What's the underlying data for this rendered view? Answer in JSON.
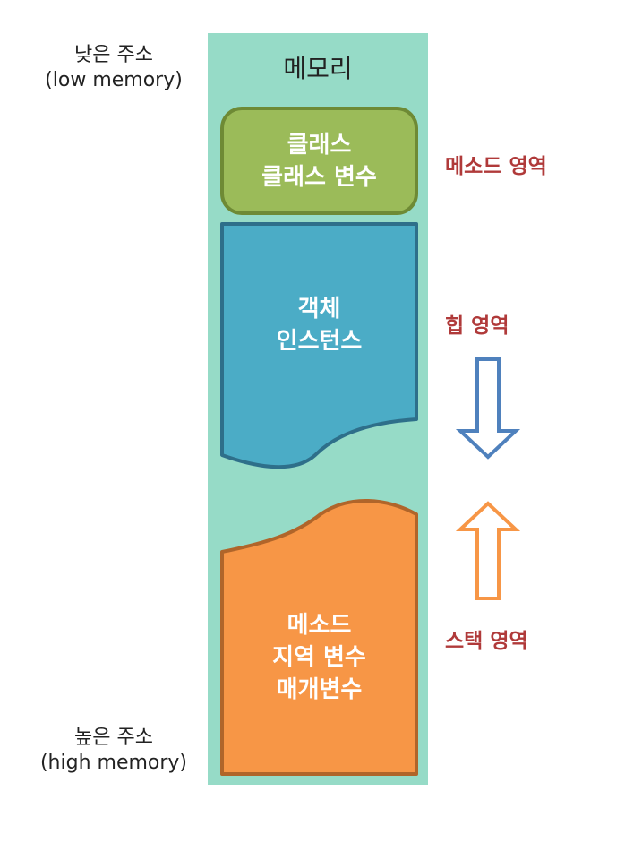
{
  "address": {
    "low": {
      "line1": "낮은 주소",
      "line2": "(low memory)"
    },
    "high": {
      "line1": "높은 주소",
      "line2": "(high memory)"
    }
  },
  "memory": {
    "title": "메모리",
    "method_box": {
      "line1": "클래스",
      "line2": "클래스 변수"
    },
    "heap_box": {
      "line1": "객체",
      "line2": "인스턴스"
    },
    "stack_box": {
      "line1": "메소드",
      "line2": "지역 변수",
      "line3": "매개변수"
    }
  },
  "regions": {
    "method": "메소드 영역",
    "heap": "힙 영역",
    "stack": "스택 영역"
  },
  "colors": {
    "memory_bg": "#96dbc7",
    "method_fill": "#9bbb59",
    "method_border": "#6e8a35",
    "heap_fill": "#4bacc6",
    "heap_border": "#2e6f8a",
    "stack_fill": "#f79646",
    "stack_border": "#b0652a",
    "down_arrow": "#4f81bd",
    "up_arrow": "#f79646",
    "region_label": "#b03a3a"
  }
}
